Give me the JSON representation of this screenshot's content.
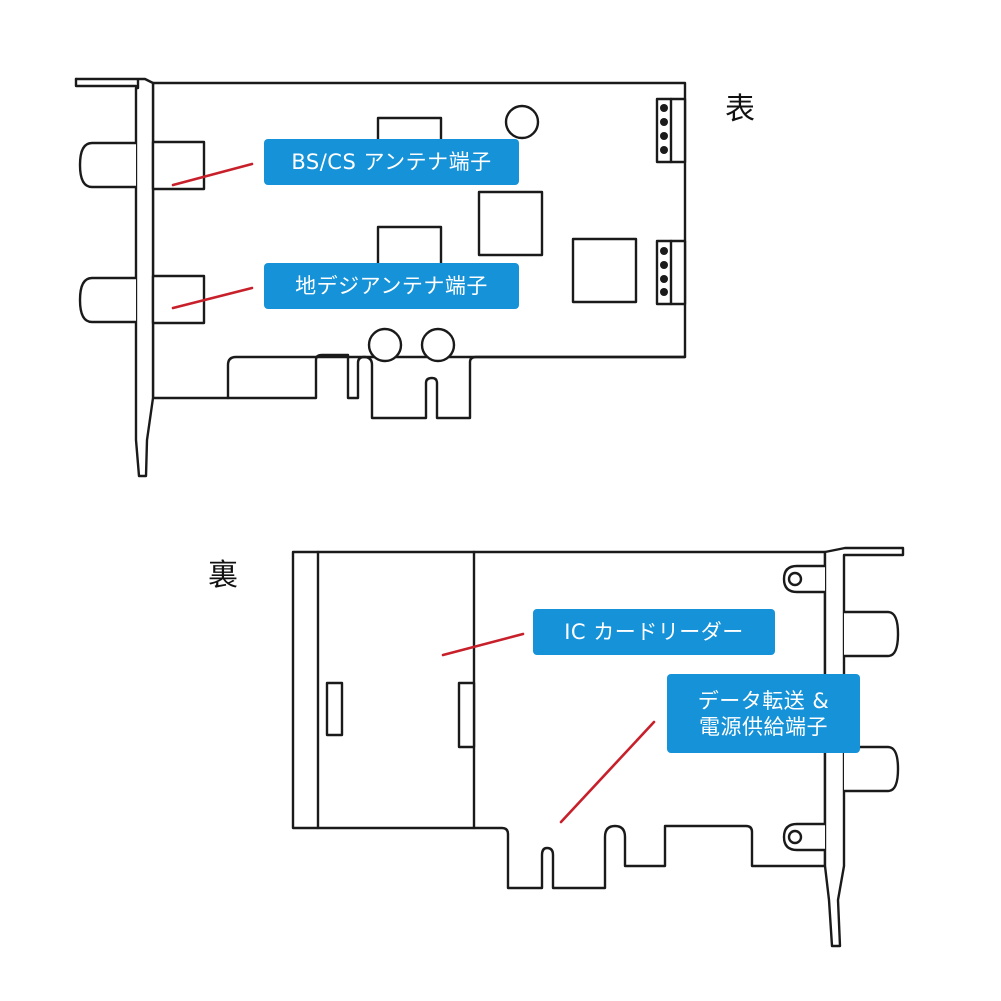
{
  "front": {
    "title": "表",
    "labels": {
      "bs_cs": "BS/CS アンテナ端子",
      "terrestrial": "地デジアンテナ端子"
    }
  },
  "back": {
    "title": "裏",
    "labels": {
      "ic_card": "IC カードリーダー",
      "pcie": "データ転送 &\n電源供給端子"
    }
  },
  "colors": {
    "label_bg": "#1592d8",
    "label_text": "#ffffff",
    "leader_line": "#c8202a",
    "outline": "#1a1a1a"
  }
}
